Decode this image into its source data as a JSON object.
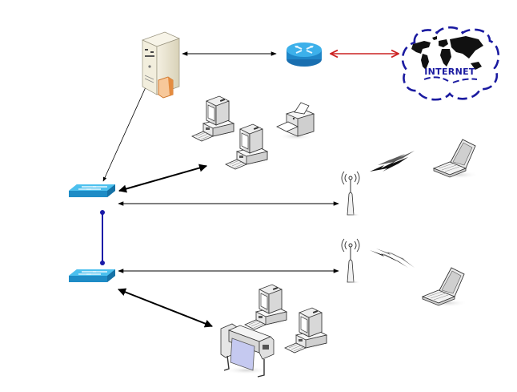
{
  "diagram": {
    "title": "",
    "nodes": [
      {
        "id": "server",
        "label": "",
        "type": "server",
        "icon": "server-icon"
      },
      {
        "id": "router",
        "label": "",
        "type": "router",
        "icon": "router-icon"
      },
      {
        "id": "internet",
        "label": "INTERNET",
        "type": "cloud",
        "icon": "internet-cloud-icon"
      },
      {
        "id": "switch1",
        "label": "",
        "type": "switch",
        "icon": "switch-icon"
      },
      {
        "id": "switch2",
        "label": "",
        "type": "switch",
        "icon": "switch-icon"
      },
      {
        "id": "pc-group-1",
        "label": "",
        "type": "workstations",
        "icon": "desktop-computer-icon",
        "count": 2
      },
      {
        "id": "printer",
        "label": "",
        "type": "printer",
        "icon": "printer-icon"
      },
      {
        "id": "ap1",
        "label": "",
        "type": "wireless-access-point",
        "icon": "wireless-access-point-icon"
      },
      {
        "id": "laptop1",
        "label": "",
        "type": "laptop",
        "icon": "laptop-icon"
      },
      {
        "id": "ap2",
        "label": "",
        "type": "wireless-access-point",
        "icon": "wireless-access-point-icon"
      },
      {
        "id": "laptop2",
        "label": "",
        "type": "laptop",
        "icon": "laptop-icon"
      },
      {
        "id": "pc-group-2",
        "label": "",
        "type": "workstations",
        "icon": "desktop-computer-icon",
        "count": 2
      },
      {
        "id": "plotter",
        "label": "",
        "type": "plotter",
        "icon": "plotter-icon"
      }
    ],
    "edges": [
      {
        "from": "server",
        "to": "router",
        "style": "arrow-both",
        "color": "#000000"
      },
      {
        "from": "router",
        "to": "internet",
        "style": "arrow-both",
        "color": "#cc2222"
      },
      {
        "from": "server",
        "to": "switch1",
        "style": "arrow-both",
        "color": "#000000"
      },
      {
        "from": "switch1",
        "to": "pc-group-1",
        "style": "arrow-both-thick",
        "color": "#000000"
      },
      {
        "from": "switch1",
        "to": "ap1",
        "style": "arrow-both",
        "color": "#000000"
      },
      {
        "from": "ap1",
        "to": "laptop1",
        "style": "wireless",
        "color": "#000000"
      },
      {
        "from": "switch1",
        "to": "switch2",
        "style": "link-dots",
        "color": "#1a1aa8"
      },
      {
        "from": "switch2",
        "to": "ap2",
        "style": "arrow-both",
        "color": "#000000"
      },
      {
        "from": "ap2",
        "to": "laptop2",
        "style": "wireless",
        "color": "#000000"
      },
      {
        "from": "switch2",
        "to": "pc-group-2",
        "style": "arrow-both-thick",
        "color": "#000000"
      }
    ],
    "colors": {
      "switch": "#2aa3d8",
      "router": "#2a9ad6",
      "cloud_outline": "#1a1aa0",
      "internet_link": "#cc2222",
      "stack_link": "#1a1aa8",
      "server_body": "#efe9d6",
      "server_accent": "#f0a060"
    }
  }
}
